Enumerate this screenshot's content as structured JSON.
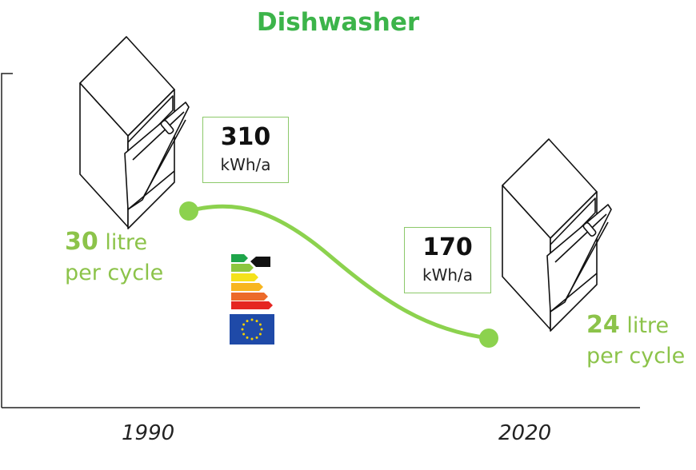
{
  "chart_data": {
    "type": "line",
    "title": "Dishwasher",
    "categories": [
      "1990",
      "2020"
    ],
    "series": [
      {
        "values": [
          310,
          170
        ],
        "unit": "kWh/a"
      }
    ],
    "water_per_cycle": [
      {
        "value": "30",
        "unit": "litre",
        "suffix": "per cycle"
      },
      {
        "value": "24",
        "unit": "litre",
        "suffix": "per cycle"
      }
    ],
    "ylim": [
      0,
      400
    ],
    "grid": false,
    "legend": "none"
  },
  "colors": {
    "title": "#3cb44a",
    "line": "#8cd24e",
    "box_border": "#8cc96a",
    "note_text": "#8cc34a",
    "eu_blue": "#1f4aa8",
    "eu_star": "#f5d000"
  },
  "icons": {
    "appliance": "dishwasher-icon",
    "energy_label": "energy-label-icon",
    "eu_flag": "eu-flag-icon"
  }
}
